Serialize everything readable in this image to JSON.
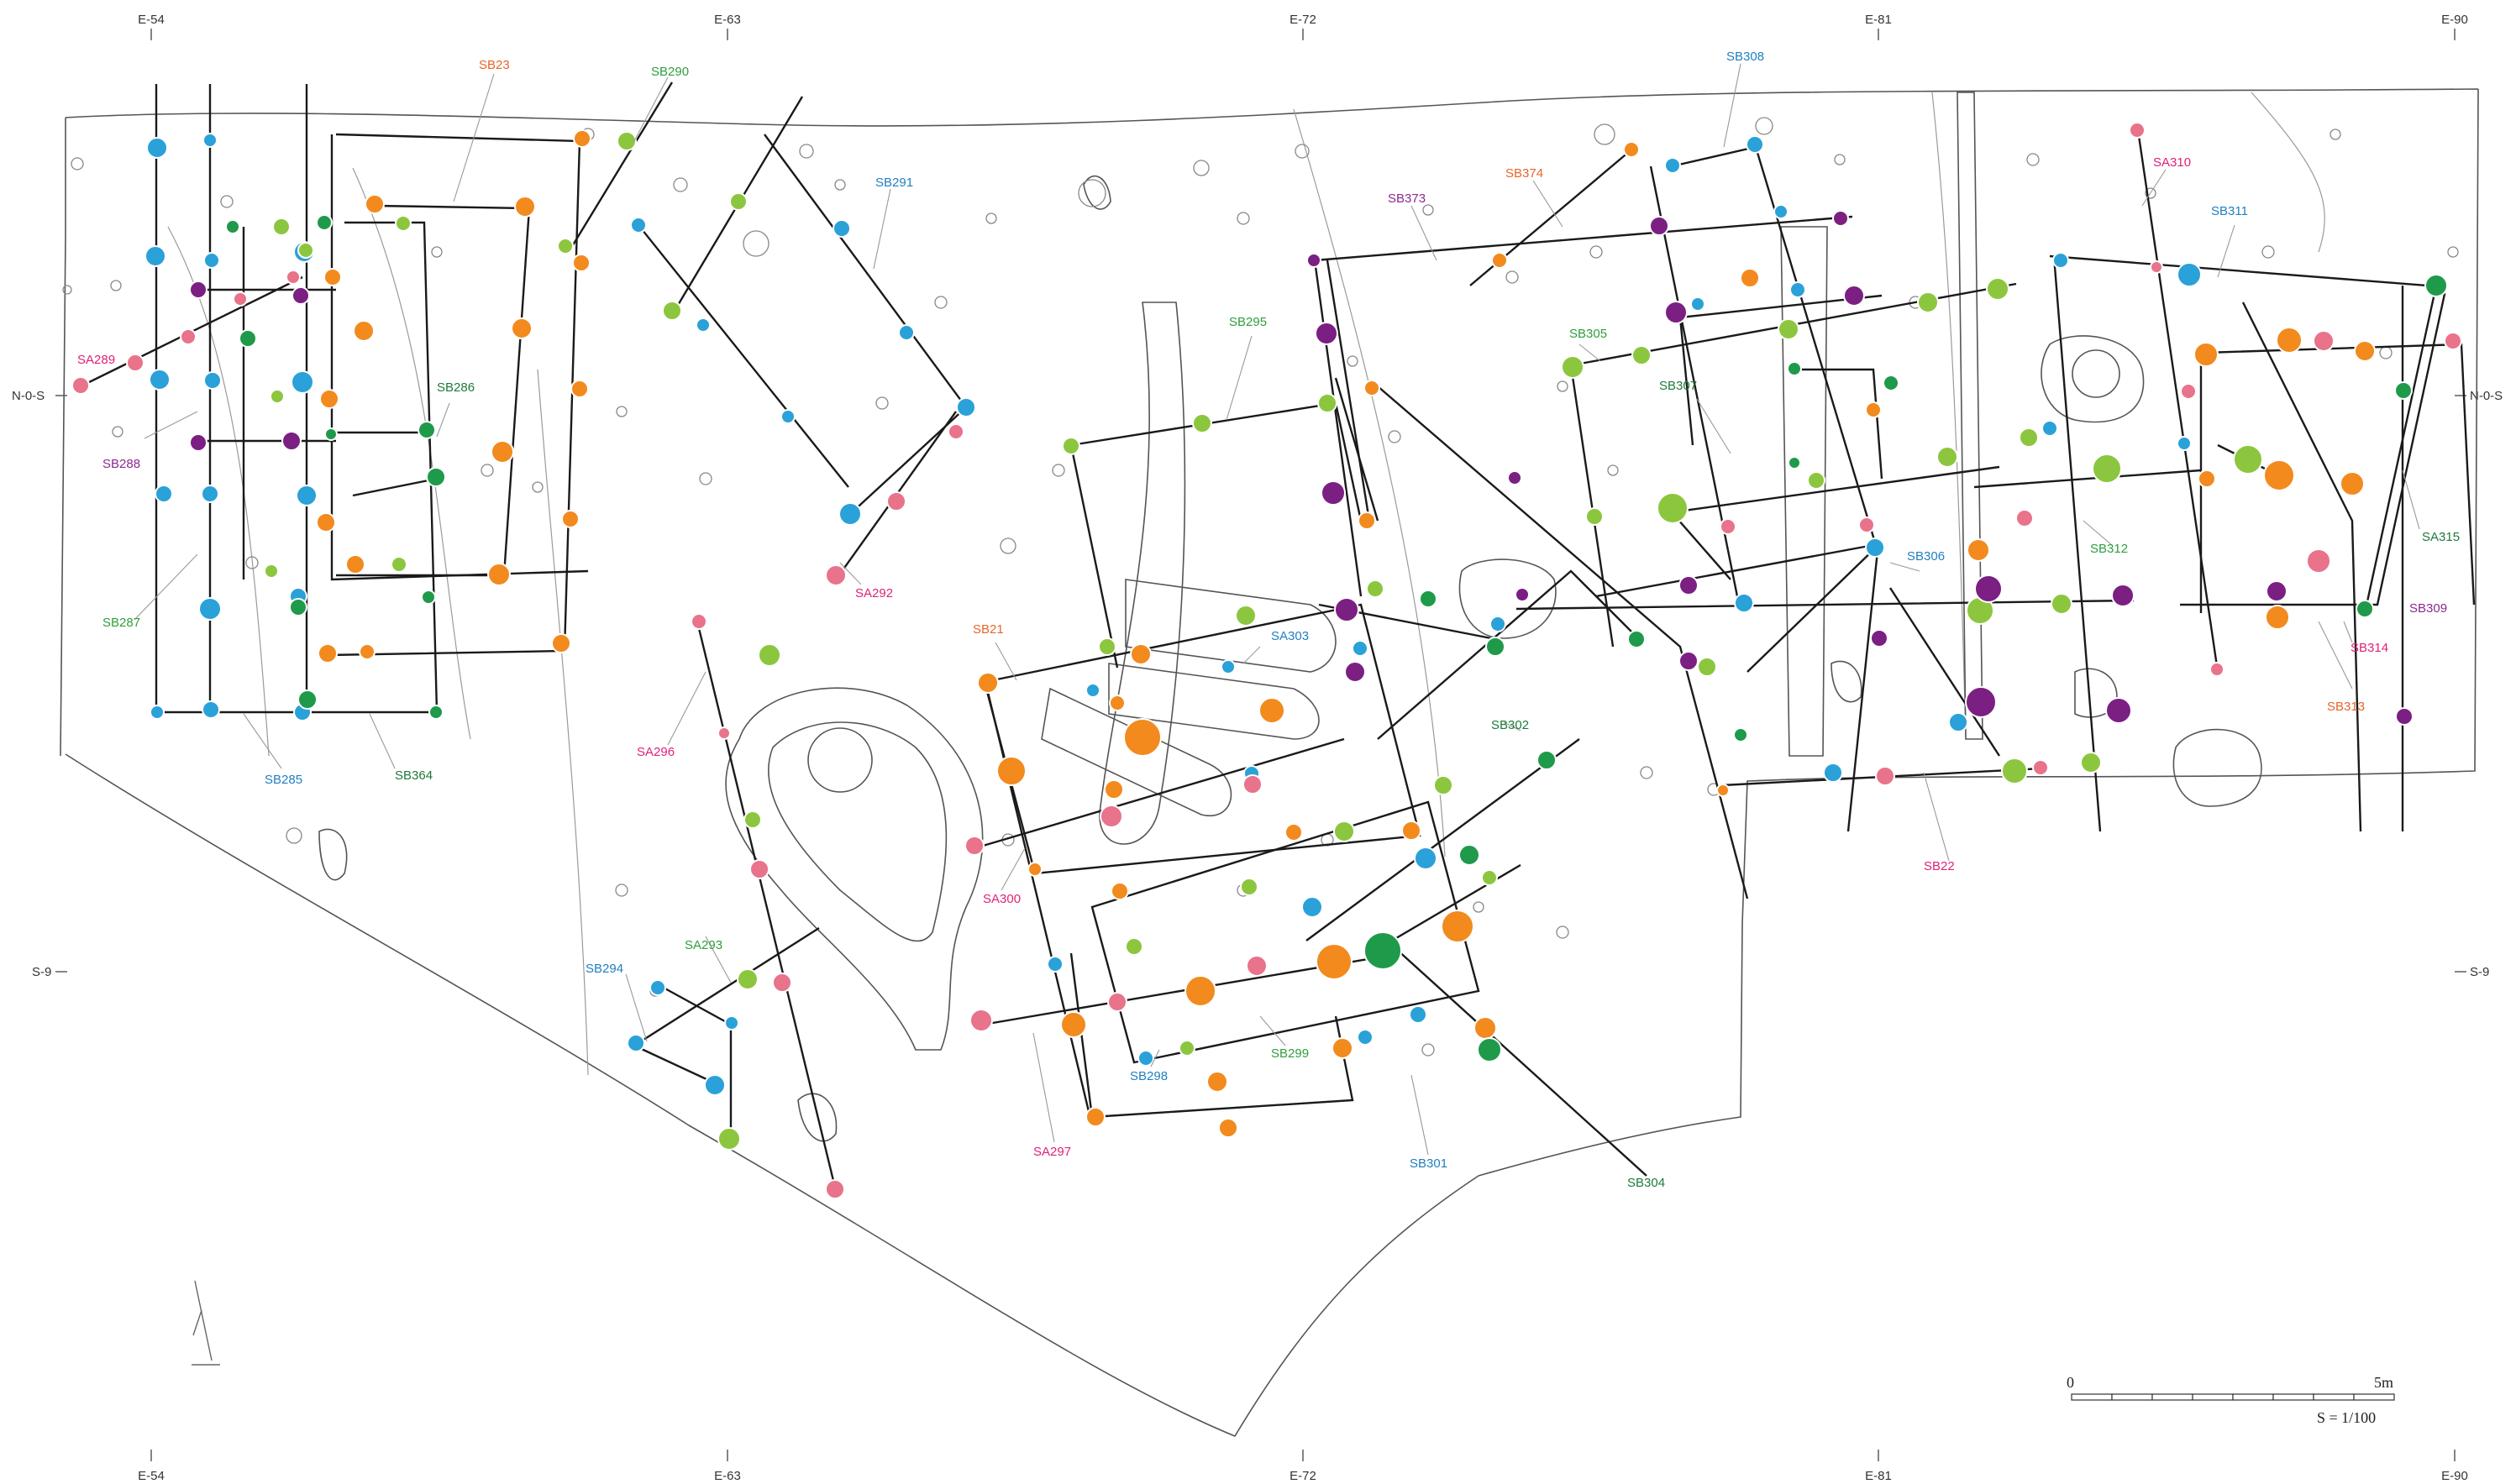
{
  "colors": {
    "orange": "#f28a1e",
    "blue": "#2aa1d8",
    "pink": "#e8738a",
    "green": "#8cc63e",
    "dark_green": "#1f9a4a",
    "purple": "#7b1f83",
    "label_orange": "#e8642a",
    "label_blue": "#1f7fc0",
    "label_green": "#2e9e3c",
    "label_dark_green": "#1e7a3a",
    "label_pink": "#e0207a",
    "label_purple": "#8a2a8e"
  },
  "grid": {
    "top": [
      "E-54",
      "E-63",
      "E-72",
      "E-81",
      "E-90"
    ],
    "bottom": [
      "E-54",
      "E-63",
      "E-72",
      "E-81",
      "E-90"
    ],
    "left": [
      "N-0-S",
      "S-9"
    ],
    "right": [
      "N-0-S",
      "S-9"
    ]
  },
  "features": [
    {
      "text": "SB23",
      "color": "orange"
    },
    {
      "text": "SB290",
      "color": "green"
    },
    {
      "text": "SB291",
      "color": "blue"
    },
    {
      "text": "SB308",
      "color": "blue"
    },
    {
      "text": "SB374",
      "color": "orange"
    },
    {
      "text": "SB373",
      "color": "purple"
    },
    {
      "text": "SA310",
      "color": "pink"
    },
    {
      "text": "SB311",
      "color": "blue"
    },
    {
      "text": "SA289",
      "color": "pink"
    },
    {
      "text": "SB288",
      "color": "purple"
    },
    {
      "text": "SB286",
      "color": "dark_green"
    },
    {
      "text": "SB287",
      "color": "green"
    },
    {
      "text": "SB285",
      "color": "blue"
    },
    {
      "text": "SB364",
      "color": "dark_green"
    },
    {
      "text": "SA292",
      "color": "pink"
    },
    {
      "text": "SA296",
      "color": "pink"
    },
    {
      "text": "SB295",
      "color": "green"
    },
    {
      "text": "SB305",
      "color": "green"
    },
    {
      "text": "SB307",
      "color": "dark_green"
    },
    {
      "text": "SB21",
      "color": "orange"
    },
    {
      "text": "SA303",
      "color": "blue"
    },
    {
      "text": "SB302",
      "color": "dark_green"
    },
    {
      "text": "SB306",
      "color": "blue"
    },
    {
      "text": "SB312",
      "color": "green"
    },
    {
      "text": "SA315",
      "color": "dark_green"
    },
    {
      "text": "SB309",
      "color": "purple"
    },
    {
      "text": "SB314",
      "color": "pink"
    },
    {
      "text": "SB313",
      "color": "orange"
    },
    {
      "text": "SB22",
      "color": "pink"
    },
    {
      "text": "SA300",
      "color": "pink"
    },
    {
      "text": "SA293",
      "color": "green"
    },
    {
      "text": "SB294",
      "color": "blue"
    },
    {
      "text": "SB298",
      "color": "blue"
    },
    {
      "text": "SB299",
      "color": "green"
    },
    {
      "text": "SA297",
      "color": "pink"
    },
    {
      "text": "SB301",
      "color": "blue"
    },
    {
      "text": "SB304",
      "color": "dark_green"
    }
  ],
  "scale_bar": {
    "start_label": "0",
    "end_label": "5m",
    "ratio_label": "S = 1/100"
  }
}
